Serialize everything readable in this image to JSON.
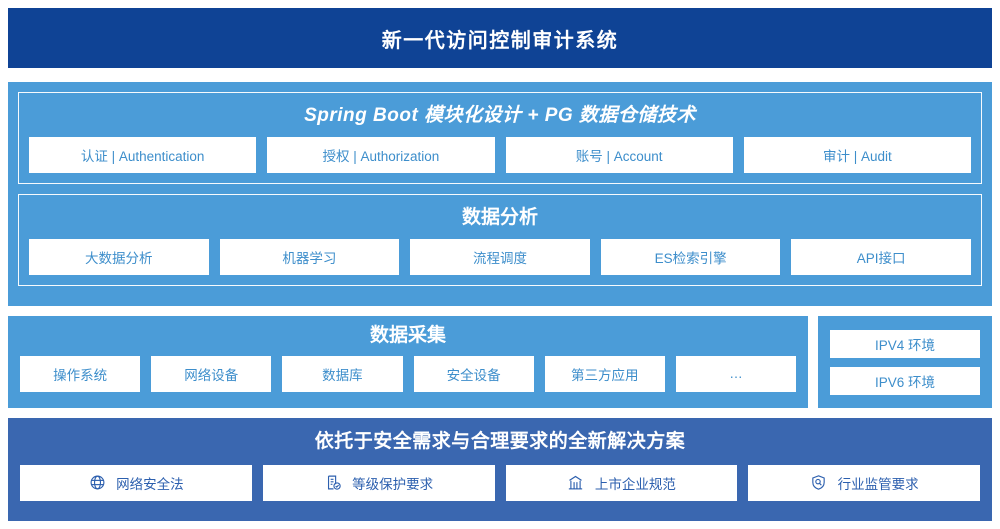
{
  "header": {
    "title": "新一代访问控制审计系统"
  },
  "application_layer": {
    "title": "Spring Boot 模块化设计 + PG 数据仓储技术",
    "cards": [
      {
        "label": "认证 | Authentication"
      },
      {
        "label": "授权 | Authorization"
      },
      {
        "label": "账号 | Account"
      },
      {
        "label": "审计 | Audit"
      }
    ]
  },
  "analysis_layer": {
    "title": "数据分析",
    "cards": [
      {
        "label": "大数据分析"
      },
      {
        "label": "机器学习"
      },
      {
        "label": "流程调度"
      },
      {
        "label": "ES检索引擎"
      },
      {
        "label": "API接口"
      }
    ]
  },
  "collection_layer": {
    "title": "数据采集",
    "cards": [
      {
        "label": "操作系统"
      },
      {
        "label": "网络设备"
      },
      {
        "label": "数据库"
      },
      {
        "label": "安全设备"
      },
      {
        "label": "第三方应用"
      },
      {
        "label": "…"
      }
    ],
    "environments": [
      {
        "label": "IPV4 环境"
      },
      {
        "label": "IPV6 环境"
      }
    ]
  },
  "compliance_layer": {
    "title": "依托于安全需求与合理要求的全新解决方案",
    "cards": [
      {
        "label": "网络安全法",
        "icon": "globe-icon"
      },
      {
        "label": "等级保护要求",
        "icon": "document-check-icon"
      },
      {
        "label": "上市企业规范",
        "icon": "bank-icon"
      },
      {
        "label": "行业监管要求",
        "icon": "shield-search-icon"
      }
    ]
  },
  "colors": {
    "header_bg": "#0f4395",
    "panel_light": "#4b9cd8",
    "panel_mid": "#3a67b0",
    "card_text": "#3d8ecb",
    "card_text_dark": "#2c5fae",
    "card_bg": "#ffffff"
  }
}
